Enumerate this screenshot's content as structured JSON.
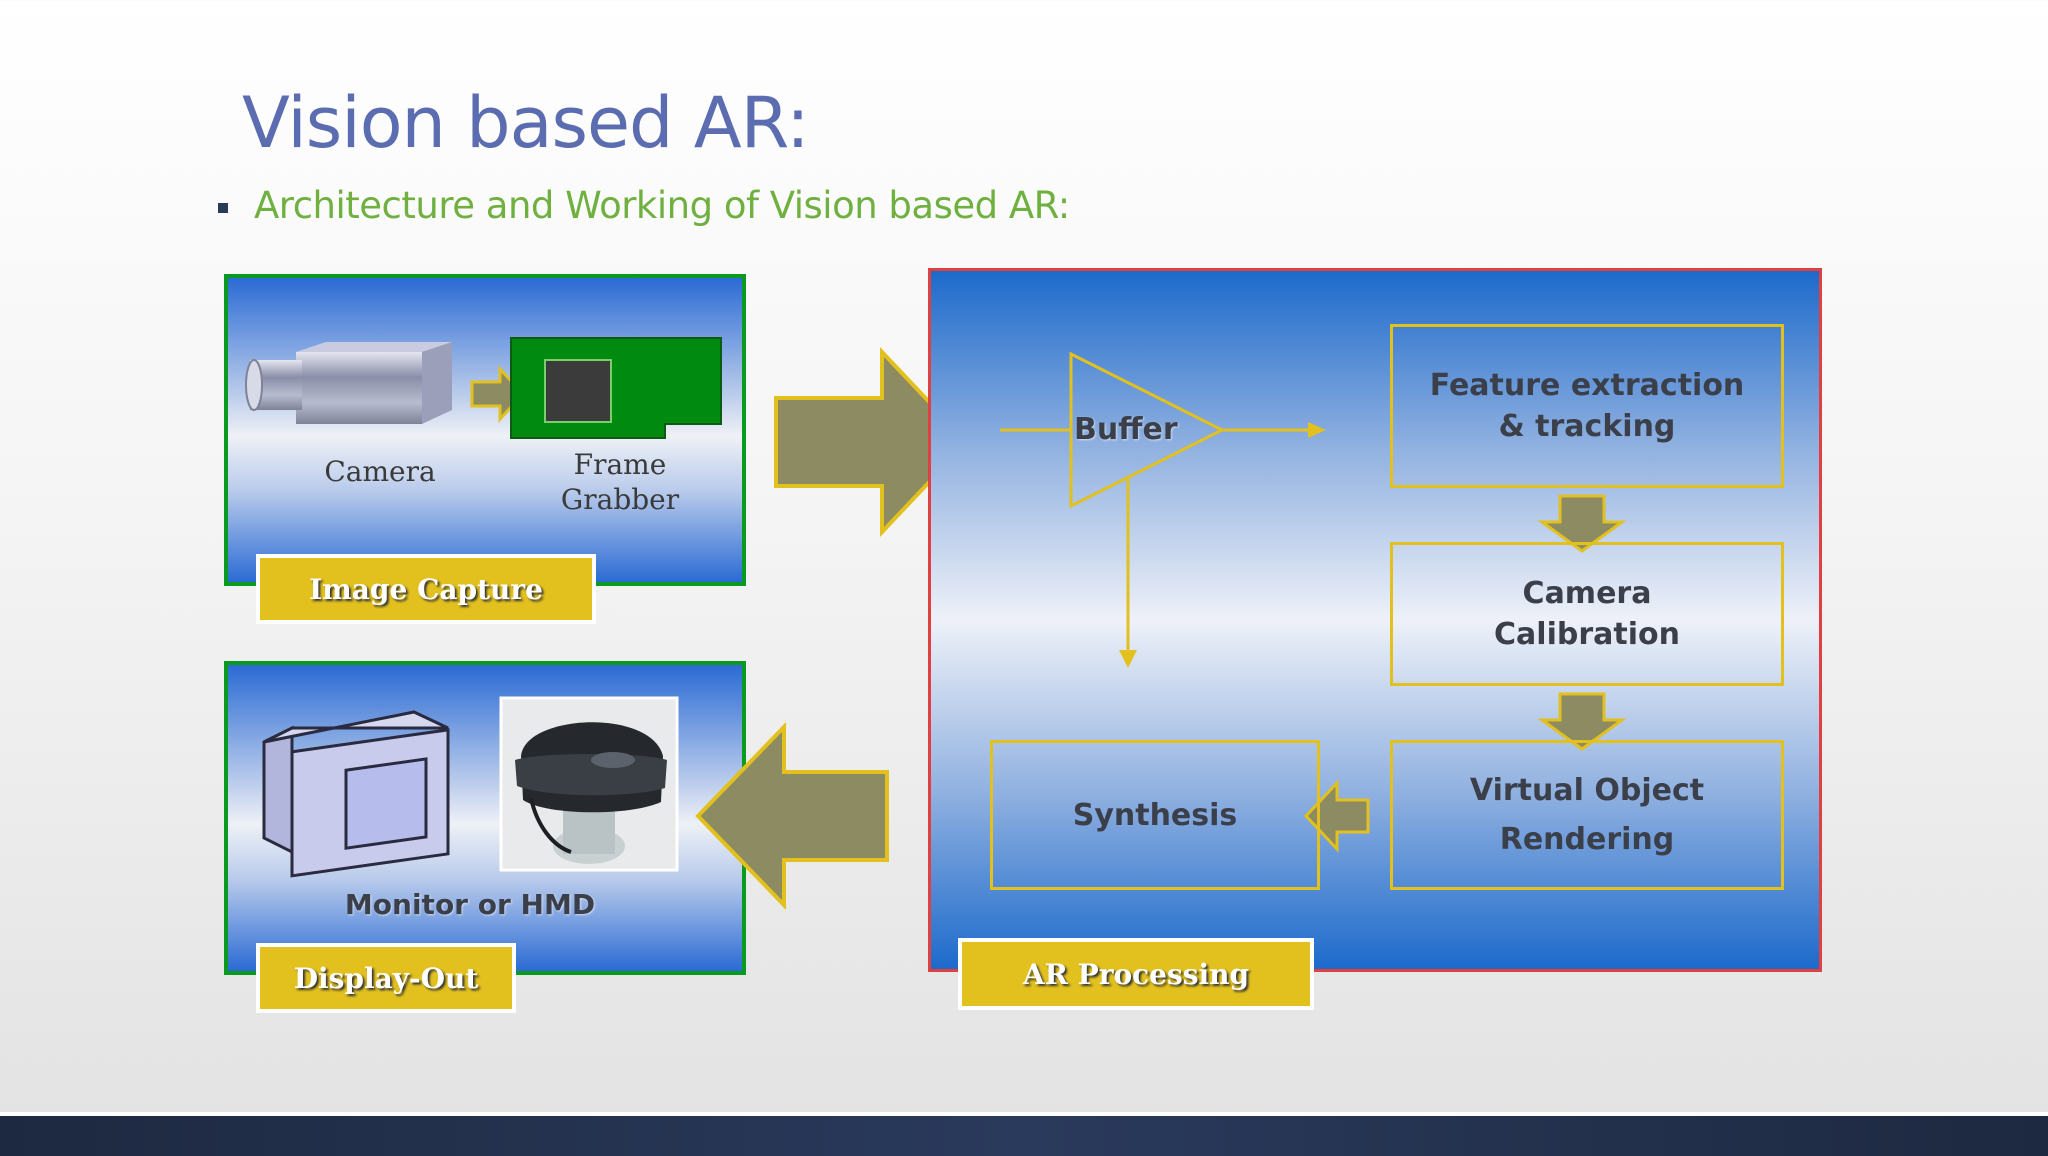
{
  "slide": {
    "title": "Vision based AR:",
    "bullet": "Architecture and Working of Vision based AR:"
  },
  "image_capture": {
    "camera_label": "Camera",
    "frame_grabber_line1": "Frame",
    "frame_grabber_line2": "Grabber",
    "tag": "Image Capture"
  },
  "display_out": {
    "device_label": "Monitor or HMD",
    "tag": "Display-Out"
  },
  "ar_processing": {
    "buffer": "Buffer",
    "feature_line1": "Feature extraction",
    "feature_line2": "& tracking",
    "calibration_line1": "Camera",
    "calibration_line2": "Calibration",
    "rendering_line1": "Virtual Object",
    "rendering_line2": "Rendering",
    "synthesis": "Synthesis",
    "tag": "AR Processing"
  },
  "colors": {
    "title": "#5b6cb0",
    "bullet": "#6fb040",
    "label_fill": "#e2c01e",
    "arrow_fill": "#8c8b62",
    "capture_border": "#0b9a20",
    "processing_border": "#e04040"
  }
}
